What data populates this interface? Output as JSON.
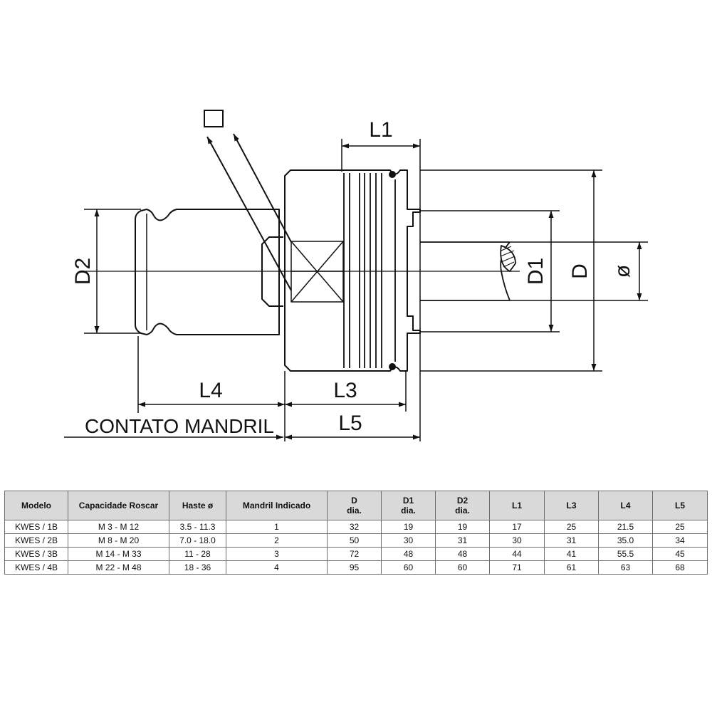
{
  "drawing": {
    "labels": {
      "l1": "L1",
      "l3": "L3",
      "l4": "L4",
      "l5": "L5",
      "d1": "D1",
      "d2": "D2",
      "d": "D",
      "diameter": "ø",
      "contact": "CONTATO MANDRIL"
    }
  },
  "table": {
    "headers": [
      {
        "main": "Modelo",
        "sub": ""
      },
      {
        "main": "Capacidade Roscar",
        "sub": ""
      },
      {
        "main": "Haste ø",
        "sub": ""
      },
      {
        "main": "Mandril Indicado",
        "sub": ""
      },
      {
        "main": "D",
        "sub": "dia."
      },
      {
        "main": "D1",
        "sub": "dia."
      },
      {
        "main": "D2",
        "sub": "dia."
      },
      {
        "main": "L1",
        "sub": ""
      },
      {
        "main": "L3",
        "sub": ""
      },
      {
        "main": "L4",
        "sub": ""
      },
      {
        "main": "L5",
        "sub": ""
      }
    ],
    "rows": [
      [
        "KWES / 1B",
        "M 3 - M 12",
        "3.5 - 11.3",
        "1",
        "32",
        "19",
        "19",
        "17",
        "25",
        "21.5",
        "25"
      ],
      [
        "KWES / 2B",
        "M 8 - M 20",
        "7.0 - 18.0",
        "2",
        "50",
        "30",
        "31",
        "30",
        "31",
        "35.0",
        "34"
      ],
      [
        "KWES / 3B",
        "M 14 - M 33",
        "11 - 28",
        "3",
        "72",
        "48",
        "48",
        "44",
        "41",
        "55.5",
        "45"
      ],
      [
        "KWES / 4B",
        "M 22 - M 48",
        "18 - 36",
        "4",
        "95",
        "60",
        "60",
        "71",
        "61",
        "63",
        "68"
      ]
    ]
  }
}
